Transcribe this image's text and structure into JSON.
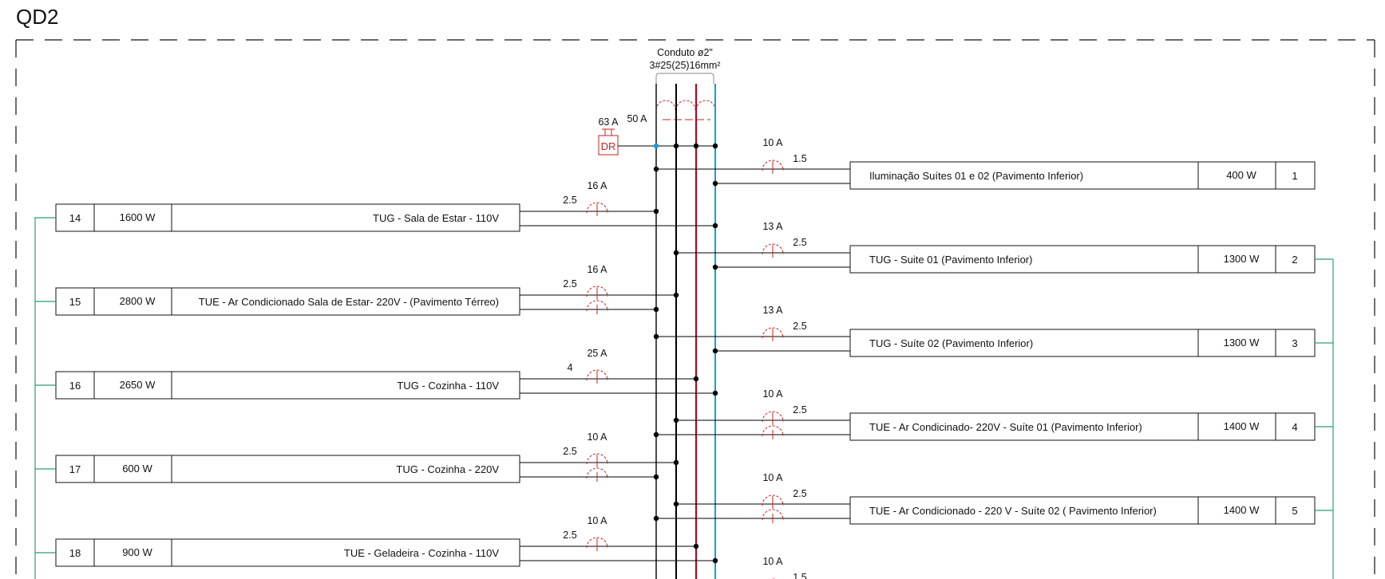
{
  "panel": {
    "title": "QD2"
  },
  "conduit": {
    "label": "Conduto ø2\"",
    "cables": "3#25(25)16mm²"
  },
  "main_breaker": {
    "rating": "50 A"
  },
  "dr": {
    "rating": "63 A",
    "label": "DR"
  },
  "colors": {
    "phase_a": "#000000",
    "phase_b": "#000000",
    "phase_c": "#b0001a",
    "neutral": "#1a9ad6",
    "ground": "#2e9e6e",
    "breaker": "#cc1f1f",
    "line": "#000000"
  },
  "circuits_right": [
    {
      "num": "1",
      "power": "400 W",
      "description": "Iluminação Suítes 01 e 02 (Pavimento Inferior)",
      "breaker": "10 A",
      "section": "1.5"
    },
    {
      "num": "2",
      "power": "1300 W",
      "description": "TUG - Suite 01 (Pavimento Inferior)",
      "breaker": "13 A",
      "section": "2.5"
    },
    {
      "num": "3",
      "power": "1300 W",
      "description": "TUG - Suíte 02 (Pavimento Inferior)",
      "breaker": "13 A",
      "section": "2.5"
    },
    {
      "num": "4",
      "power": "1400 W",
      "description": "TUE - Ar Condicinado- 220V - Suíte 01 (Pavimento Inferior)",
      "breaker": "10 A",
      "section": "2.5"
    },
    {
      "num": "5",
      "power": "1400 W",
      "description": "TUE - Ar Condicionado - 220 V - Suíte 02 ( Pavimento Inferior)",
      "breaker": "10 A",
      "section": "2.5"
    },
    {
      "num": "",
      "power": "",
      "description": "",
      "breaker": "10 A",
      "section": "1.5"
    }
  ],
  "circuits_left": [
    {
      "num": "14",
      "power": "1600 W",
      "description": "TUG - Sala de Estar - 110V",
      "breaker": "16 A",
      "section": "2.5"
    },
    {
      "num": "15",
      "power": "2800 W",
      "description": "TUE - Ar Condicionado Sala de Estar- 220V - (Pavimento Térreo)",
      "breaker": "16 A",
      "section": "2.5"
    },
    {
      "num": "16",
      "power": "2650 W",
      "description": "TUG - Cozinha - 110V",
      "breaker": "25 A",
      "section": "4"
    },
    {
      "num": "17",
      "power": "600 W",
      "description": "TUG - Cozinha  - 220V",
      "breaker": "10 A",
      "section": "2.5"
    },
    {
      "num": "18",
      "power": "900 W",
      "description": "TUE - Geladeira - Cozinha - 110V",
      "breaker": "10 A",
      "section": "2.5"
    }
  ]
}
